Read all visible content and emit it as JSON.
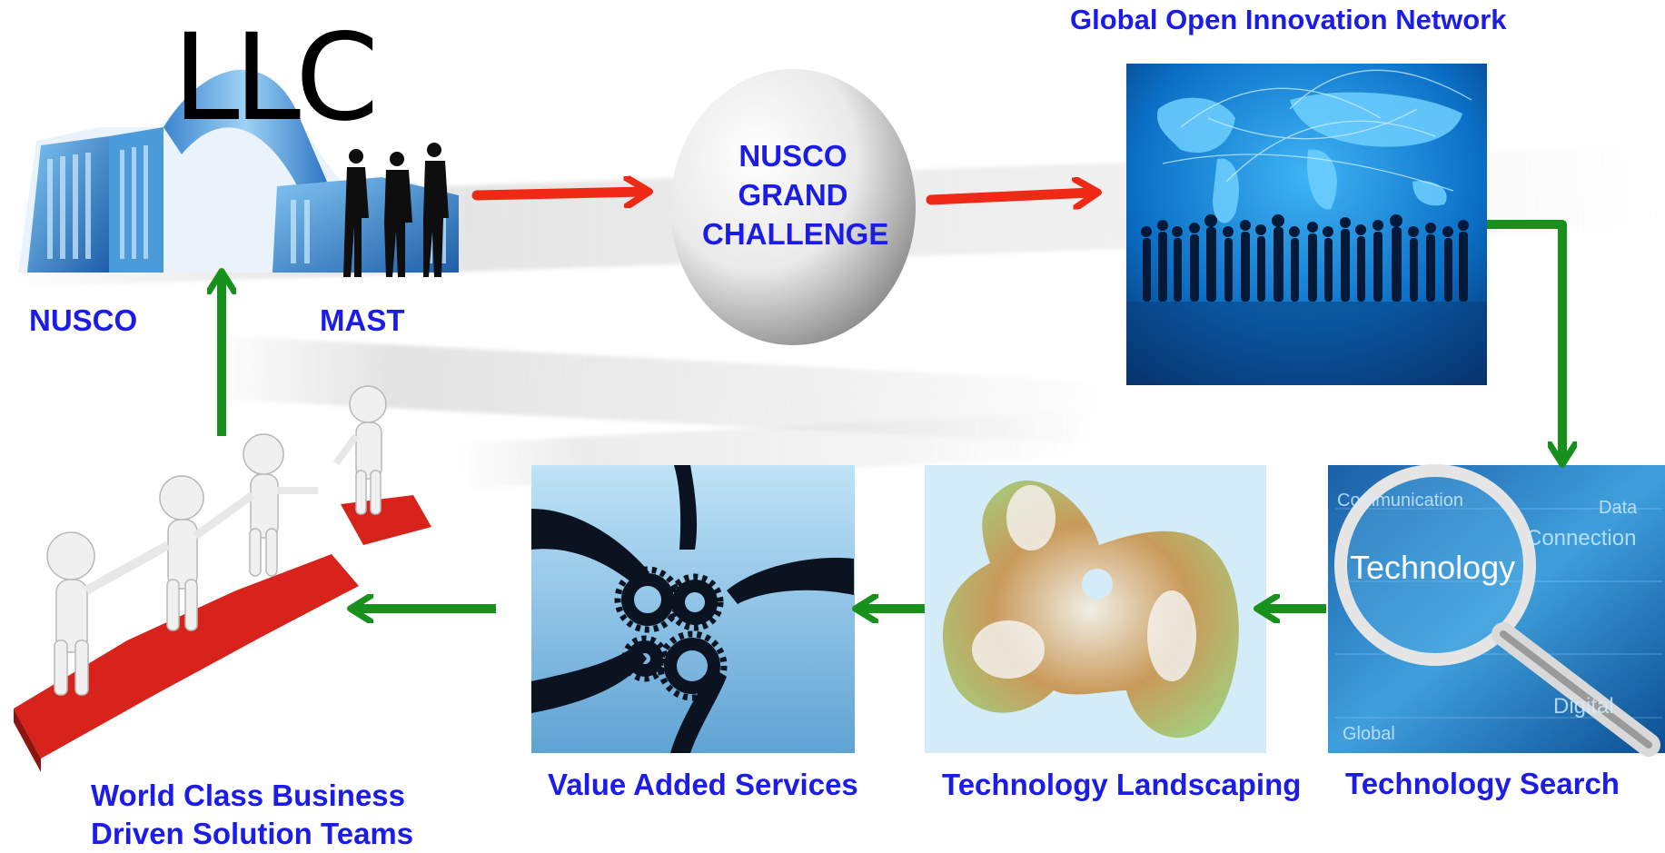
{
  "logo": {
    "text": "LLC"
  },
  "nodes": {
    "nusco": "NUSCO",
    "mast": "MAST",
    "challenge": [
      "NUSCO",
      "GRAND",
      "CHALLENGE"
    ],
    "network": "Global Open Innovation Network",
    "search": "Technology Search",
    "landscaping": "Technology Landscaping",
    "value_added": "Value Added Services",
    "teams": [
      "World Class Business",
      "Driven Solution Teams"
    ]
  },
  "search_image_text": {
    "word": "Technology",
    "words": [
      "Communication",
      "Data",
      "Connection",
      "Global",
      "Digital"
    ]
  },
  "colors": {
    "label": "#1c1ce8",
    "arrow_red": "#ee2a16",
    "arrow_green": "#17911b",
    "puzzle_red": "#d8221c"
  },
  "flow": [
    "nusco-mast",
    "grand-challenge",
    "global-network",
    "technology-search",
    "technology-landscaping",
    "value-added-services",
    "solution-teams",
    "nusco-mast"
  ]
}
